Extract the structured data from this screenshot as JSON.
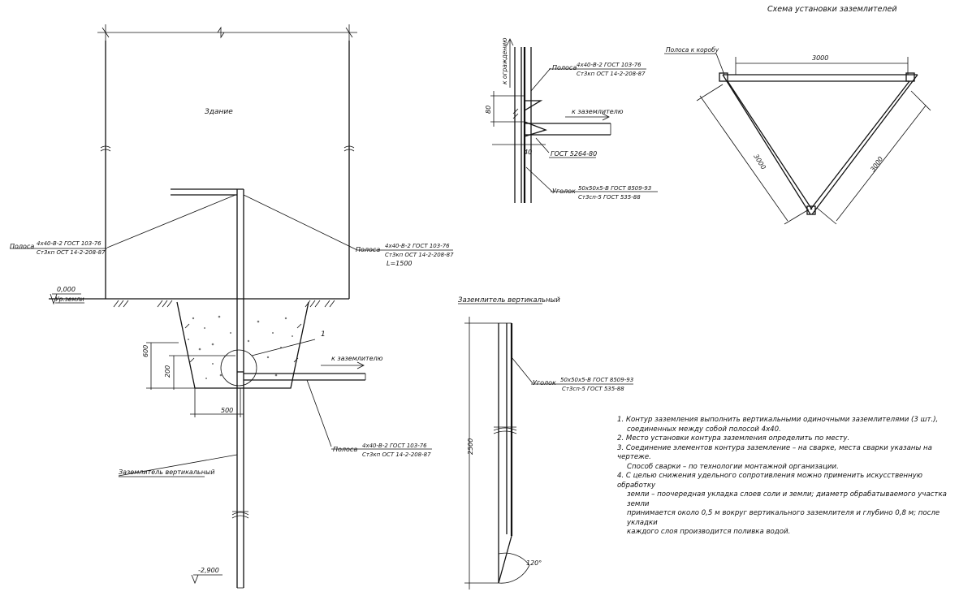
{
  "title_scheme": "Схема установки заземлителей",
  "building": "Здание",
  "label_polosa": "Полоса",
  "strip_spec_top": "4х40-В-2 ГОСТ 103-76",
  "strip_spec_bottom": "Ст3кп ОСТ 14-2-208-87",
  "strip_length": "L=1500",
  "level_zero": "0,000",
  "level_ground": "Ур.земли",
  "level_bottom": "-2,900",
  "dim_600": "600",
  "dim_200": "200",
  "dim_500": "500",
  "dim_80": "80",
  "dim_40": "40",
  "dim_2500": "2500",
  "dim_3000": "3000",
  "callout_1": "1",
  "to_grounding": "к заземлителю",
  "to_enclosure": "к ограждению",
  "strip_to_box": "Полоса к коробу",
  "gost_weld": "ГОСТ 5264-80",
  "label_ugolok": "Уголок",
  "angle_spec_top": "50х50х5-В ГОСТ 8509-93",
  "angle_spec_bottom": "Ст3сп-5 ГОСТ 535-88",
  "vertical_electrode_title": "Заземлитель вертикальный",
  "vertical_electrode_label": "Заземлитель вертикальный",
  "angle_120": "120°",
  "notes": [
    "1. Контур заземления выполнить вертикальными одиночными заземлителями (3 шт.),",
    "соединенных между собой полосой 4х40.",
    "2. Место установки контура заземления определить по месту.",
    "3. Соединение элементов контура заземление – на сварке, места сварки указаны на чертеже.",
    "Способ сварки – по технологии монтажной организации.",
    "4. С целью снижения удельного сопротивления можно применить искусственную обработку",
    "земли – поочередная укладка слоев соли и земли; диаметр обрабатываемого участка земли",
    "принимается около 0,5 м вокруг вертикального заземлителя и глубино 0,8 м; после укладки",
    "каждого слоя производится поливка водой."
  ]
}
